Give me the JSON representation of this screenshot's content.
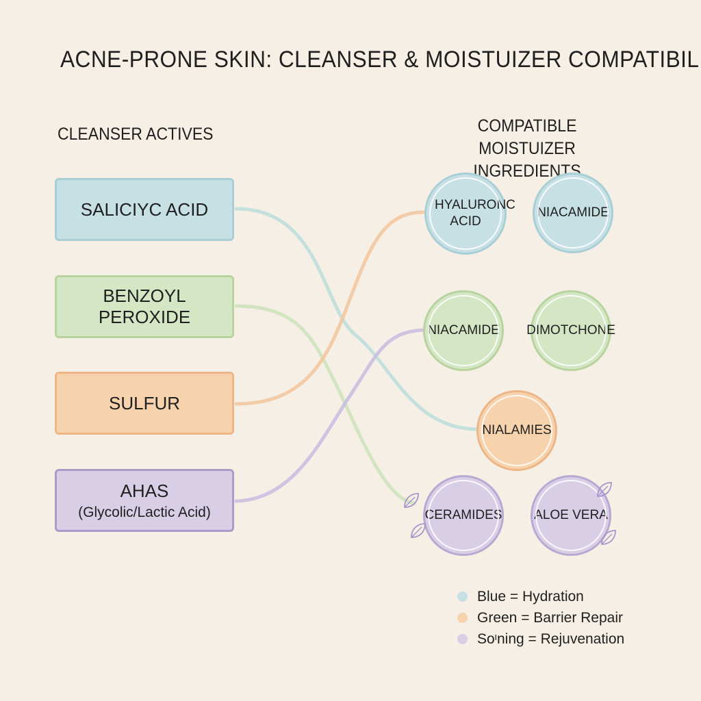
{
  "title": "ACNE-PRONE SKIN: CLEANSER & MOISTUIZER COMPATIBILITY",
  "left_heading": "CLEANSER ACTIVES",
  "right_heading": "COMPATIBLE MOISTUIZER INGREDIENTS",
  "cleansers": [
    {
      "label": "SALICIYC ACID",
      "sub": "",
      "color": "#c6e0e3"
    },
    {
      "label": "BENZOYL PEROXIDE",
      "sub": "",
      "color": "#d4e6c4"
    },
    {
      "label": "SULFUR",
      "sub": "",
      "color": "#f6d2ad"
    },
    {
      "label": "AHAS",
      "sub": "(Glycolic/Lactic Acid)",
      "color": "#d8cee6"
    }
  ],
  "moisturizers": [
    {
      "label": "HYALURONC ACID",
      "color": "#c6e0e3"
    },
    {
      "label": "NIACAMIDE",
      "color": "#c6e0e3"
    },
    {
      "label": "NIACAMIDE",
      "color": "#d4e6c4"
    },
    {
      "label": "DIMOTCHONE",
      "color": "#d4e6c4"
    },
    {
      "label": "NIALAMIES",
      "color": "#f6d2ad"
    },
    {
      "label": "CERAMIDES",
      "color": "#d8cee6"
    },
    {
      "label": "ALOE VERA",
      "color": "#d8cee6"
    }
  ],
  "connections": [
    {
      "from": "SALICIYC ACID",
      "to": "NIALAMIES",
      "color": "#bfdedb"
    },
    {
      "from": "BENZOYL PEROXIDE",
      "to": "CERAMIDES",
      "color": "#cfe2bd"
    },
    {
      "from": "SULFUR",
      "to": "HYALURONC ACID",
      "color": "#f3c79f"
    },
    {
      "from": "AHAS",
      "to": "NIACAMIDE",
      "color": "#cabfe0"
    }
  ],
  "legend": [
    {
      "label": "Blue = Hydration",
      "color": "#c6e0e3"
    },
    {
      "label": "Green = Barrier Repair",
      "color": "#f6d2ad"
    },
    {
      "label": "Soᶥning = Rejuvenation",
      "color": "#d8cee6"
    }
  ],
  "icons": {
    "leaf": "leaf-icon"
  }
}
